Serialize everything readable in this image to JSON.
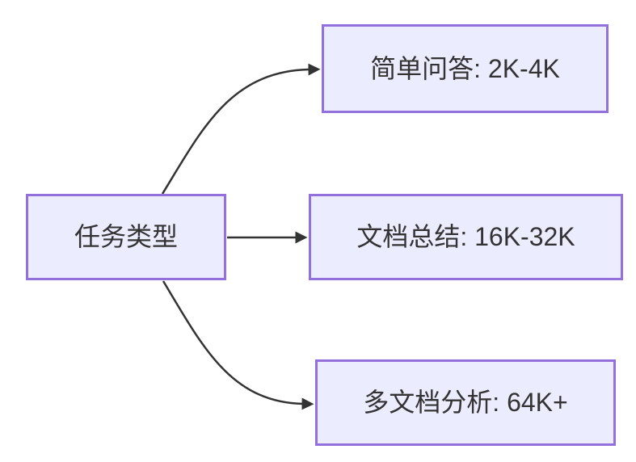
{
  "diagram": {
    "type": "flowchart",
    "direction": "left-to-right",
    "colors": {
      "canvas-bg": "#ffffff",
      "node-fill": "#ECECFF",
      "node-border": "#9370DB",
      "edge-color": "#333333",
      "text-color": "#333333"
    },
    "nodes": [
      {
        "id": "task-type",
        "label": "任务类型"
      },
      {
        "id": "simple-qa",
        "label": "简单问答: 2K-4K"
      },
      {
        "id": "doc-summary",
        "label": "文档总结: 16K-32K"
      },
      {
        "id": "multi-doc-analysis",
        "label": "多文档分析: 64K+"
      }
    ],
    "edges": [
      {
        "from": "task-type",
        "to": "simple-qa"
      },
      {
        "from": "task-type",
        "to": "doc-summary"
      },
      {
        "from": "task-type",
        "to": "multi-doc-analysis"
      }
    ]
  }
}
